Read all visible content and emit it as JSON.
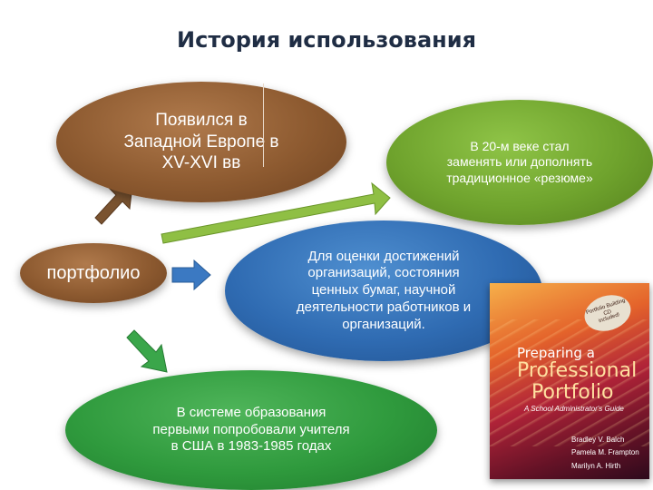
{
  "title": "История использования",
  "nodes": {
    "origin": "Появился в\nЗападной Европе в\nXV-XVI вв",
    "century20": "В 20-м веке стал\nзаменять или дополнять\nтрадиционное «резюме»",
    "portfolio": "портфолио",
    "assessment": "Для оценки достижений\nорганизаций, состояния\nценных бумаг, научной\nдеятельности работников и\nорганизаций.",
    "education": "В системе образования\nпервыми попробовали учителя\nв США в 1983-1985 годах"
  },
  "book": {
    "badge": "Portfolio Building\nCD\nincluded!",
    "line1": "Preparing a",
    "line2": "Professional",
    "line3": "Portfolio",
    "subtitle": "A School Administrator's Guide",
    "authors": [
      "Bradley V. Balch",
      "Pamela M. Frampton",
      "Marilyn A. Hirth"
    ]
  },
  "colors": {
    "brown": "#8d5a30",
    "olive_green": "#6fa32d",
    "blue": "#2f6bb2",
    "green": "#2f9a3d"
  }
}
